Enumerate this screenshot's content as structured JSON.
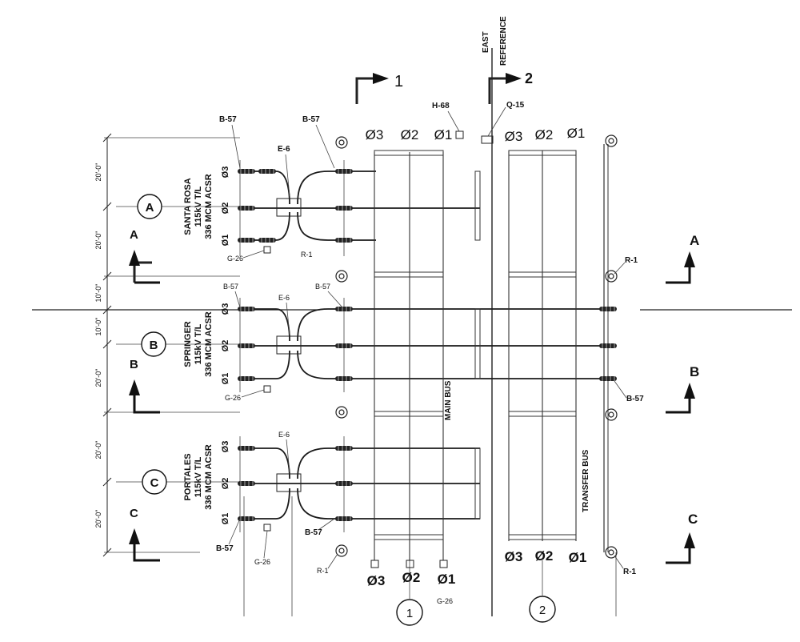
{
  "sections": {
    "cut1": "1",
    "cut2": "2",
    "A": "A",
    "B": "B",
    "C": "C"
  },
  "east_reference": [
    "EAST",
    "REFERENCE"
  ],
  "grid": {
    "c1": "1",
    "c2": "2",
    "rA": "A",
    "rB": "B",
    "rC": "C"
  },
  "phases": {
    "p1": "Ø1",
    "p2": "Ø2",
    "p3": "Ø3"
  },
  "bus_labels": {
    "main": "MAIN BUS",
    "transfer": "TRANSFER BUS"
  },
  "lines": [
    {
      "name": "SANTA ROSA",
      "rating": "115kV T/L",
      "conductor": "336 MCM ACSR"
    },
    {
      "name": "SPRINGER",
      "rating": "115kV T/L",
      "conductor": "336 MCM ACSR"
    },
    {
      "name": "PORTALES",
      "rating": "115kV T/L",
      "conductor": "336 MCM ACSR"
    }
  ],
  "dims": {
    "d20": "20'-0\"",
    "d10": "10'-0\""
  },
  "tags": {
    "b57": "B-57",
    "e6": "E-6",
    "g26": "G-26",
    "r1": "R-1",
    "h68": "H-68",
    "q15": "Q-15"
  }
}
